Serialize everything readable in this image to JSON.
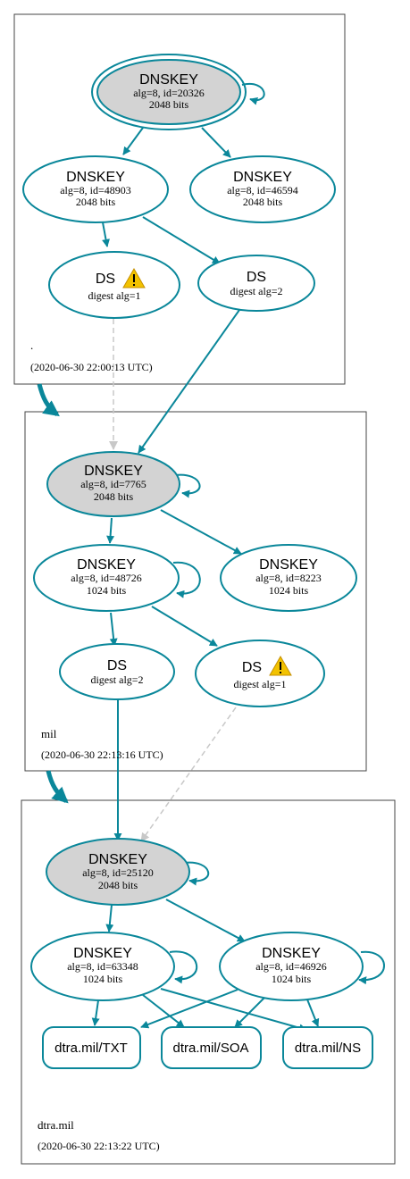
{
  "colors": {
    "edge": "#0a879a",
    "trust_anchor_fill": "#d3d3d3",
    "insecure_edge": "#c8c8c8",
    "warning": "#f2c200"
  },
  "zones": [
    {
      "name": ".",
      "timestamp": "(2020-06-30 22:00:13 UTC)",
      "nodes": [
        {
          "type": "DNSKEY",
          "line1": "alg=8, id=20326",
          "line2": "2048 bits"
        },
        {
          "type": "DNSKEY",
          "line1": "alg=8, id=48903",
          "line2": "2048 bits"
        },
        {
          "type": "DNSKEY",
          "line1": "alg=8, id=46594",
          "line2": "2048 bits"
        },
        {
          "type": "DS",
          "line1": "digest alg=1"
        },
        {
          "type": "DS",
          "line1": "digest alg=2"
        }
      ]
    },
    {
      "name": "mil",
      "timestamp": "(2020-06-30 22:13:16 UTC)",
      "nodes": [
        {
          "type": "DNSKEY",
          "line1": "alg=8, id=7765",
          "line2": "2048 bits"
        },
        {
          "type": "DNSKEY",
          "line1": "alg=8, id=48726",
          "line2": "1024 bits"
        },
        {
          "type": "DNSKEY",
          "line1": "alg=8, id=8223",
          "line2": "1024 bits"
        },
        {
          "type": "DS",
          "line1": "digest alg=2"
        },
        {
          "type": "DS",
          "line1": "digest alg=1"
        }
      ]
    },
    {
      "name": "dtra.mil",
      "timestamp": "(2020-06-30 22:13:22 UTC)",
      "nodes": [
        {
          "type": "DNSKEY",
          "line1": "alg=8, id=25120",
          "line2": "2048 bits"
        },
        {
          "type": "DNSKEY",
          "line1": "alg=8, id=63348",
          "line2": "1024 bits"
        },
        {
          "type": "DNSKEY",
          "line1": "alg=8, id=46926",
          "line2": "1024 bits"
        }
      ],
      "rrsets": [
        "dtra.mil/TXT",
        "dtra.mil/SOA",
        "dtra.mil/NS"
      ]
    }
  ]
}
